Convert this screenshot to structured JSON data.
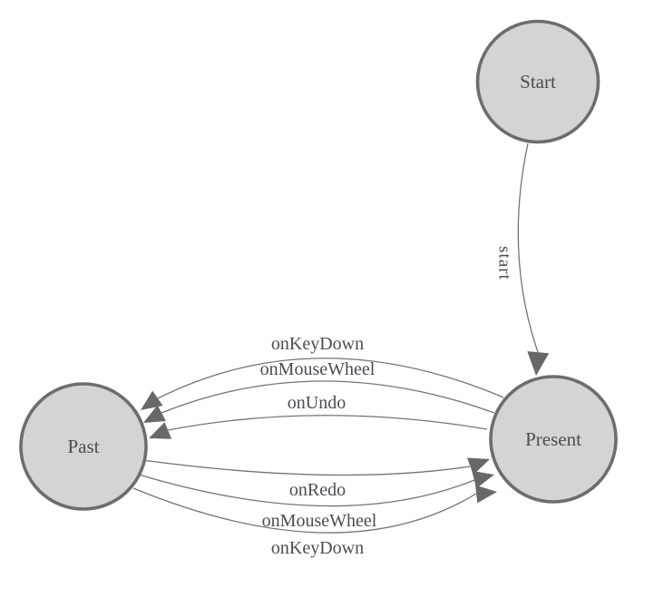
{
  "diagram": {
    "type": "state-machine",
    "nodes": [
      {
        "id": "start",
        "label": "Start"
      },
      {
        "id": "past",
        "label": "Past"
      },
      {
        "id": "present",
        "label": "Present"
      }
    ],
    "edges": [
      {
        "from": "Start",
        "to": "Present",
        "label": "start"
      },
      {
        "from": "Present",
        "to": "Past",
        "label": "onKeyDown"
      },
      {
        "from": "Present",
        "to": "Past",
        "label": "onMouseWheel"
      },
      {
        "from": "Present",
        "to": "Past",
        "label": "onUndo"
      },
      {
        "from": "Past",
        "to": "Present",
        "label": "onRedo"
      },
      {
        "from": "Past",
        "to": "Present",
        "label": "onMouseWheel"
      },
      {
        "from": "Past",
        "to": "Present",
        "label": "onKeyDown"
      }
    ],
    "colors": {
      "background": "#ffffff",
      "node_fill": "#d4d4d4",
      "node_stroke": "#6d6d6d",
      "edge_stroke": "#747474",
      "arrow_fill": "#686868",
      "text": "#4c4c52"
    }
  }
}
